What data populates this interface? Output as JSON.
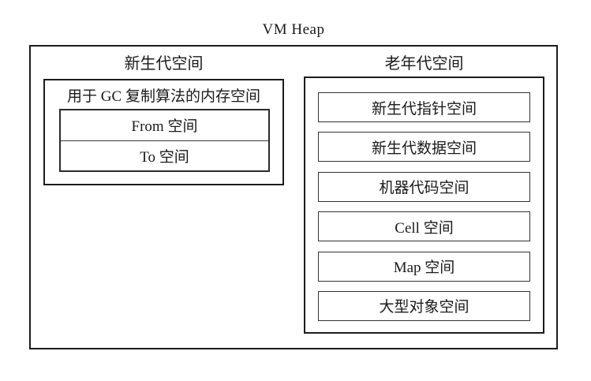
{
  "title": "VM Heap",
  "new_generation": {
    "header": "新生代空间",
    "gc_box_label": "用于 GC 复制算法的内存空间",
    "semi_spaces": [
      "From 空间",
      "To 空间"
    ]
  },
  "old_generation": {
    "header": "老年代空间",
    "spaces": [
      "新生代指针空间",
      "新生代数据空间",
      "机器代码空间",
      "Cell 空间",
      "Map 空间",
      "大型对象空间"
    ]
  },
  "colors": {
    "background": "#ffffff",
    "border": "#1c1c1c",
    "text": "#1a1a1a"
  }
}
